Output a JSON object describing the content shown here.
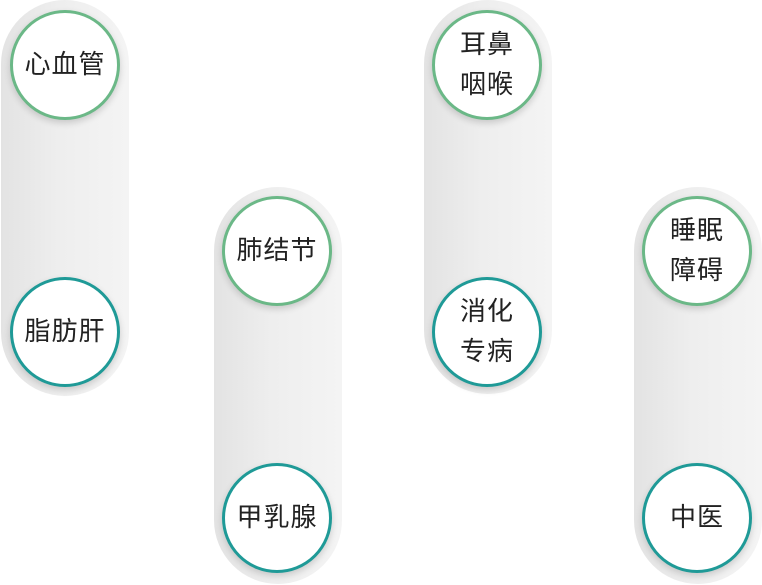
{
  "nodes": [
    {
      "label": "心血管"
    },
    {
      "label": "脂肪肝"
    },
    {
      "label": "肺结节"
    },
    {
      "label": "甲乳腺"
    },
    {
      "label": "耳鼻\n咽喉"
    },
    {
      "label": "消化\n专病"
    },
    {
      "label": "睡眠\n障碍"
    },
    {
      "label": "中医"
    }
  ],
  "colors": {
    "green": "#6bb887",
    "teal": "#1f9a97",
    "track": "#ebebeb"
  }
}
